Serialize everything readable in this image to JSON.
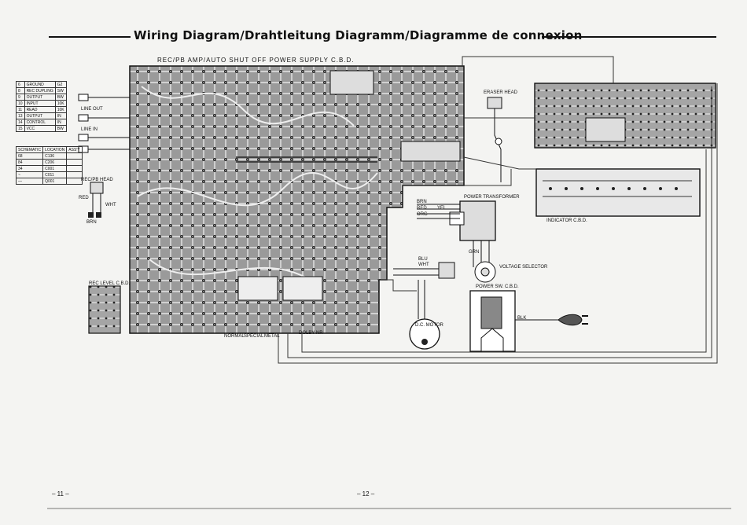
{
  "title": "Wiring Diagram/Drahtleitung Diagramm/Diagramme de connexion",
  "main_board": {
    "label": "REC/PB AMP/AUTO SHUT OFF POWER SUPPLY C.B.D."
  },
  "inputs": {
    "line_out": "LINE OUT",
    "line_in": "LINE IN"
  },
  "head": {
    "label": "REC/PB HEAD",
    "red": "RED",
    "wht": "WHT",
    "brn": "BRN"
  },
  "rec_level": {
    "label": "REC LEVEL C.B.D."
  },
  "eraser": {
    "label": "ERASER HEAD"
  },
  "transformer": {
    "label": "POWER TRANSFORMER"
  },
  "voltage": {
    "label": "VOLTAGE SELECTOR"
  },
  "power_sw": {
    "label": "POWER SW. C.B.D."
  },
  "motor": {
    "label": "D.C. MOTOR"
  },
  "indicator": {
    "label": "INDICATOR C.B.D."
  },
  "switch_labels": [
    "NORMAL",
    "SPECIAL",
    "METAL",
    "DOLBY NR"
  ],
  "wire_colors": [
    "BRN",
    "RED",
    "ORG",
    "YEL",
    "BLU",
    "WHT",
    "BLK",
    "GRN"
  ],
  "legend_top": {
    "rows": [
      [
        "6",
        "GROUND",
        "G2"
      ],
      [
        "8",
        "REC DUPLING",
        "SW"
      ],
      [
        "9",
        "OUTPUT",
        "BW"
      ],
      [
        "10",
        "INPUT",
        "10K"
      ],
      [
        "11",
        "READ",
        "10K"
      ],
      [
        "13",
        "OUTPUT",
        "IN"
      ],
      [
        "14",
        "CONTROL",
        "IN"
      ],
      [
        "15",
        "VCC",
        "BW"
      ]
    ]
  },
  "legend_bottom": {
    "header": [
      "SCHEMATIC",
      "LOCATION",
      "ASS'Y"
    ],
    "rows": [
      [
        "68",
        "C136"
      ],
      [
        "84",
        "C206"
      ],
      [
        "34",
        "C001"
      ],
      [
        "~",
        "C011"
      ],
      [
        "—",
        "Q001"
      ]
    ]
  },
  "page_numbers": {
    "left": "– 11 –",
    "right": "– 12 –"
  }
}
